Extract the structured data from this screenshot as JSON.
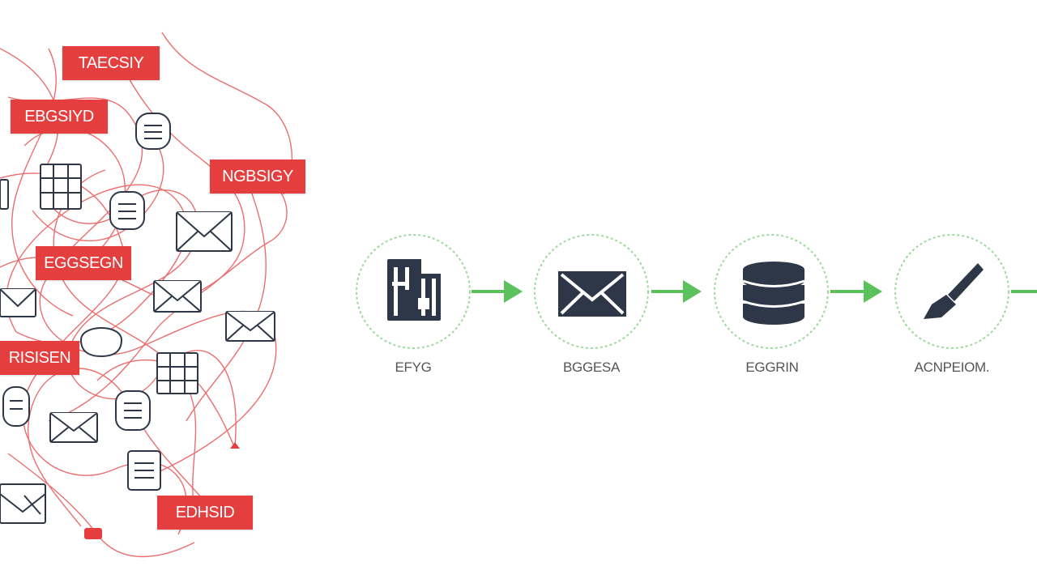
{
  "colors": {
    "chaos_red": "#e53e3e",
    "flow_green": "#5cc15c",
    "icon_dark": "#2d3748"
  },
  "chaos": {
    "labels": [
      {
        "text": "TAECSIY"
      },
      {
        "text": "EBGSIYD"
      },
      {
        "text": "NGBSIGY"
      },
      {
        "text": "EGGSEGN"
      },
      {
        "text": "RISISEN"
      },
      {
        "text": "EDHSID"
      }
    ],
    "icons": [
      "document-icon",
      "table-icon",
      "document-icon",
      "envelope-icon",
      "envelope-icon",
      "envelope-icon",
      "envelope-icon",
      "document-icon",
      "table-icon",
      "document-icon",
      "envelope-icon",
      "document-icon",
      "envelope-icon",
      "table-icon"
    ]
  },
  "flow": {
    "steps": [
      {
        "icon": "file-tools-icon",
        "label": "EFYG"
      },
      {
        "icon": "envelope-icon",
        "label": "BGGESA"
      },
      {
        "icon": "database-icon",
        "label": "EGGRIN"
      },
      {
        "icon": "brush-icon",
        "label": "ACNPEIOM."
      }
    ]
  }
}
